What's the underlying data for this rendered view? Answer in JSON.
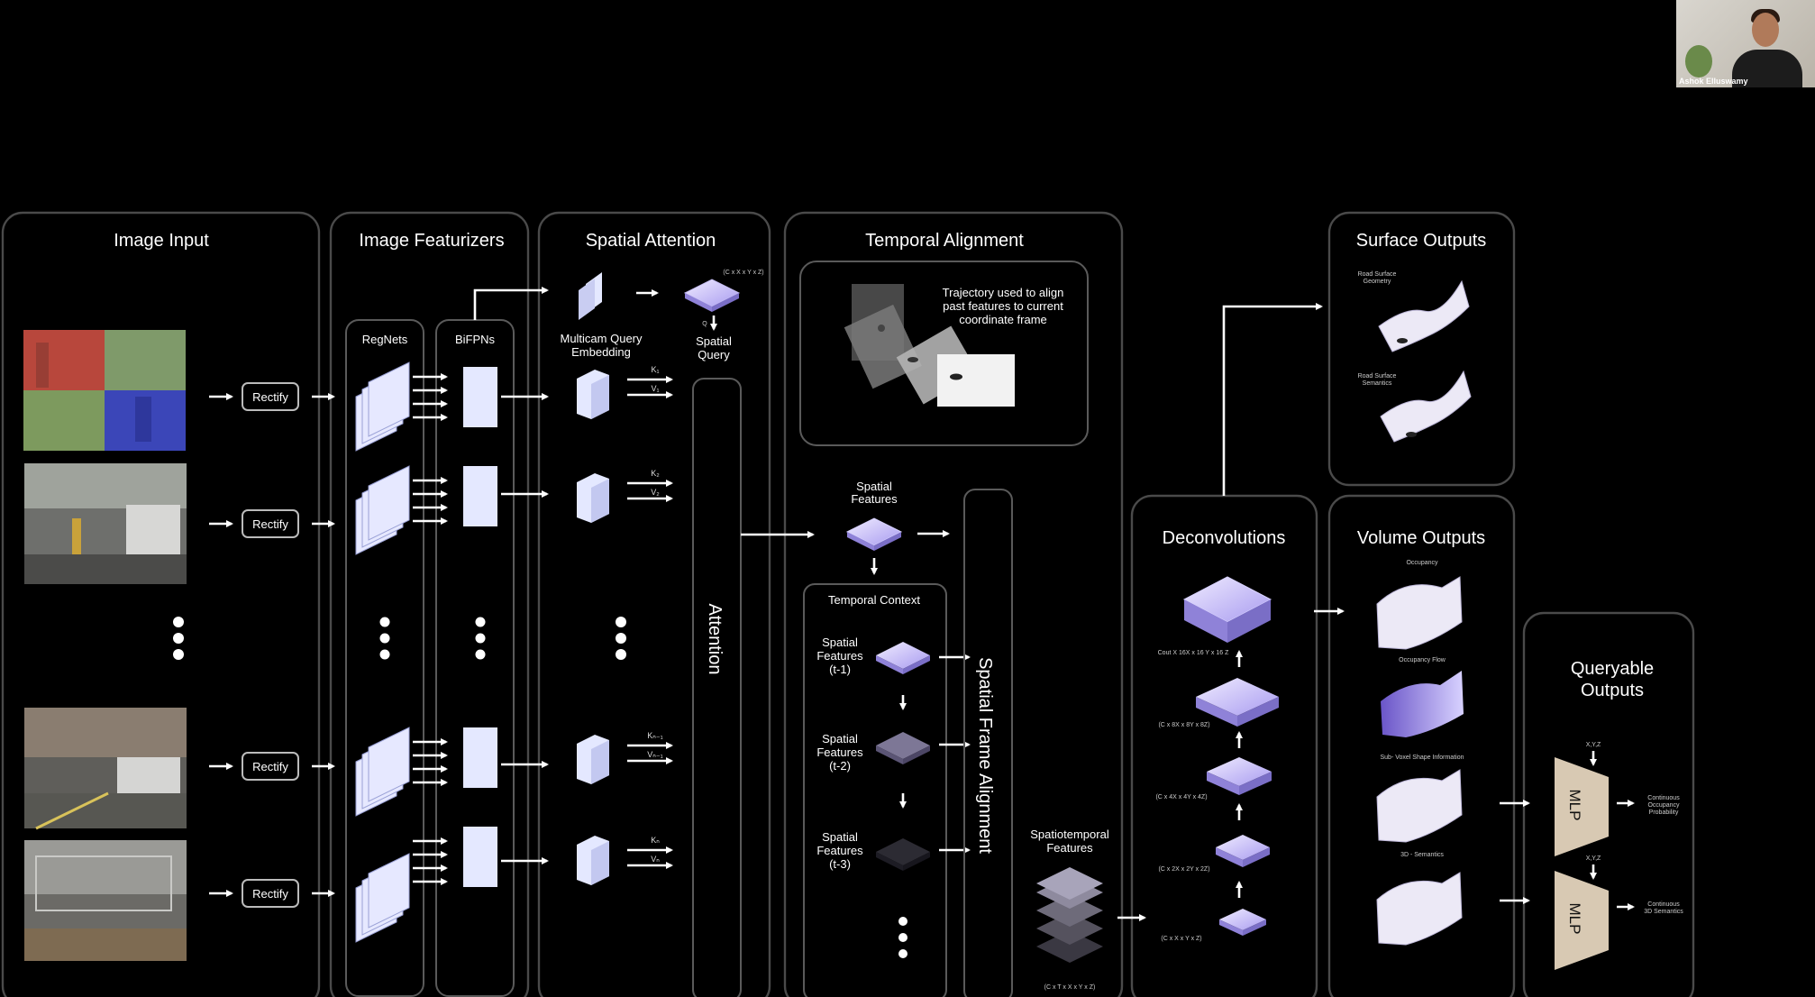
{
  "panels": {
    "image_input": "Image Input",
    "image_featurizers": "Image Featurizers",
    "spatial_attention": "Spatial Attention",
    "temporal_alignment": "Temporal Alignment",
    "surface_outputs": "Surface Outputs",
    "deconvolutions": "Deconvolutions",
    "volume_outputs": "Volume Outputs",
    "queryable_outputs_1": "Queryable",
    "queryable_outputs_2": "Outputs"
  },
  "image_input": {
    "rectify": "Rectify"
  },
  "featurizers": {
    "regnets": "RegNets",
    "bifpns": "BiFPNs"
  },
  "spatial_attention": {
    "shape": "(C x X x Y x Z)",
    "q": "Q",
    "spatial_query_1": "Spatial",
    "spatial_query_2": "Query",
    "multicam_1": "Multicam Query",
    "multicam_2": "Embedding",
    "attention": "Attention",
    "kv": [
      {
        "k": "K₁",
        "v": "V₁"
      },
      {
        "k": "K₂",
        "v": "V₂"
      },
      {
        "k": "Kₙ₋₁",
        "v": "Vₙ₋₁"
      },
      {
        "k": "Kₙ",
        "v": "Vₙ"
      }
    ]
  },
  "temporal_alignment": {
    "trajectory_1": "Trajectory used to align",
    "trajectory_2": "past features to current",
    "trajectory_3": "coordinate frame",
    "spatial_features_1": "Spatial",
    "spatial_features_2": "Features",
    "temporal_context": "Temporal Context",
    "t1": [
      "Spatial",
      "Features",
      "(t-1)"
    ],
    "t2": [
      "Spatial",
      "Features",
      "(t-2)"
    ],
    "t3": [
      "Spatial",
      "Features",
      "(t-3)"
    ],
    "spatial_frame_alignment": "Spatial Frame Alignment",
    "spatiotemporal_1": "Spatiotemporal",
    "spatiotemporal_2": "Features",
    "spatiotemporal_shape": "(C x T x X x Y x Z)"
  },
  "deconvolutions": {
    "s0": "Cout X 16X x 16 Y x 16 Z",
    "s1": "(C x 8X x 8Y x 8Z)",
    "s2": "(C x 4X x 4Y x 4Z)",
    "s3": "(C x 2X x 2Y x 2Z)",
    "s4": "(C x X x Y x Z)"
  },
  "surface_outputs": {
    "geometry_1": "Road Surface",
    "geometry_2": "Geometry",
    "semantics_1": "Road Surface",
    "semantics_2": "Semantics"
  },
  "volume_outputs": {
    "occupancy": "Occupancy",
    "occupancy_flow": "Occupancy Flow",
    "subvoxel": "Sub- Voxel Shape Information",
    "semantics_3d": "3D - Semantics"
  },
  "queryable": {
    "xyz": "X,Y,Z",
    "mlp": "MLP",
    "out1_1": "Continuous",
    "out1_2": "Occupancy",
    "out1_3": "Probability",
    "out2_1": "Continuous",
    "out2_2": "3D Semantics"
  },
  "webcam": {
    "name": "Ashok Elluswamy"
  },
  "colors": {
    "background": "#000000",
    "panel_border": "#4a4a4a",
    "feature_fill": "#e4e8ff",
    "voxel_purple": "#a89bf0",
    "mlp_fill": "#d8c9b3"
  }
}
